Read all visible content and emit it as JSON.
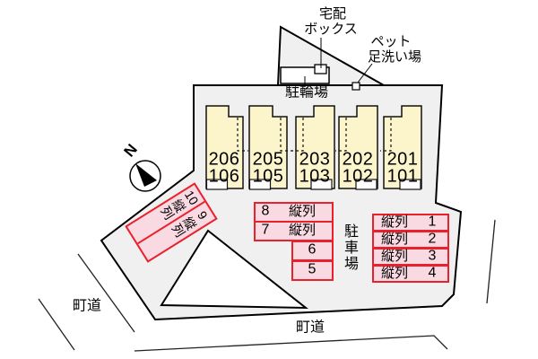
{
  "colors": {
    "site_fill": "#f0f0f0",
    "building_fill": "#fcf5cb",
    "stall_fill": "#f9d9e2",
    "stall_border": "#e8212d",
    "line": "#000000"
  },
  "north_label": "N",
  "annotations": {
    "delivery_box_line1": "宅配",
    "delivery_box_line2": "ボックス",
    "pet_line1": "ペット",
    "pet_line2": "足洗い場",
    "bicycle_parking": "駐輪場",
    "parking_lot": "駐車場",
    "road_left": "町道",
    "road_bottom": "町道"
  },
  "buildings": [
    {
      "upper": "206",
      "lower": "106"
    },
    {
      "upper": "205",
      "lower": "105"
    },
    {
      "upper": "203",
      "lower": "103"
    },
    {
      "upper": "202",
      "lower": "102"
    },
    {
      "upper": "201",
      "lower": "101"
    }
  ],
  "stalls_rotated": [
    {
      "number": "10",
      "label": "縦列"
    },
    {
      "number": "9",
      "label": "縦列"
    }
  ],
  "stalls_center": [
    {
      "number": "8",
      "label": "縦列"
    },
    {
      "number": "7",
      "label": "縦列"
    },
    {
      "number": "6",
      "label": ""
    },
    {
      "number": "5",
      "label": ""
    }
  ],
  "stalls_right": [
    {
      "label": "縦列",
      "number": "1"
    },
    {
      "label": "縦列",
      "number": "2"
    },
    {
      "label": "縦列",
      "number": "3"
    },
    {
      "label": "縦列",
      "number": "4"
    }
  ]
}
